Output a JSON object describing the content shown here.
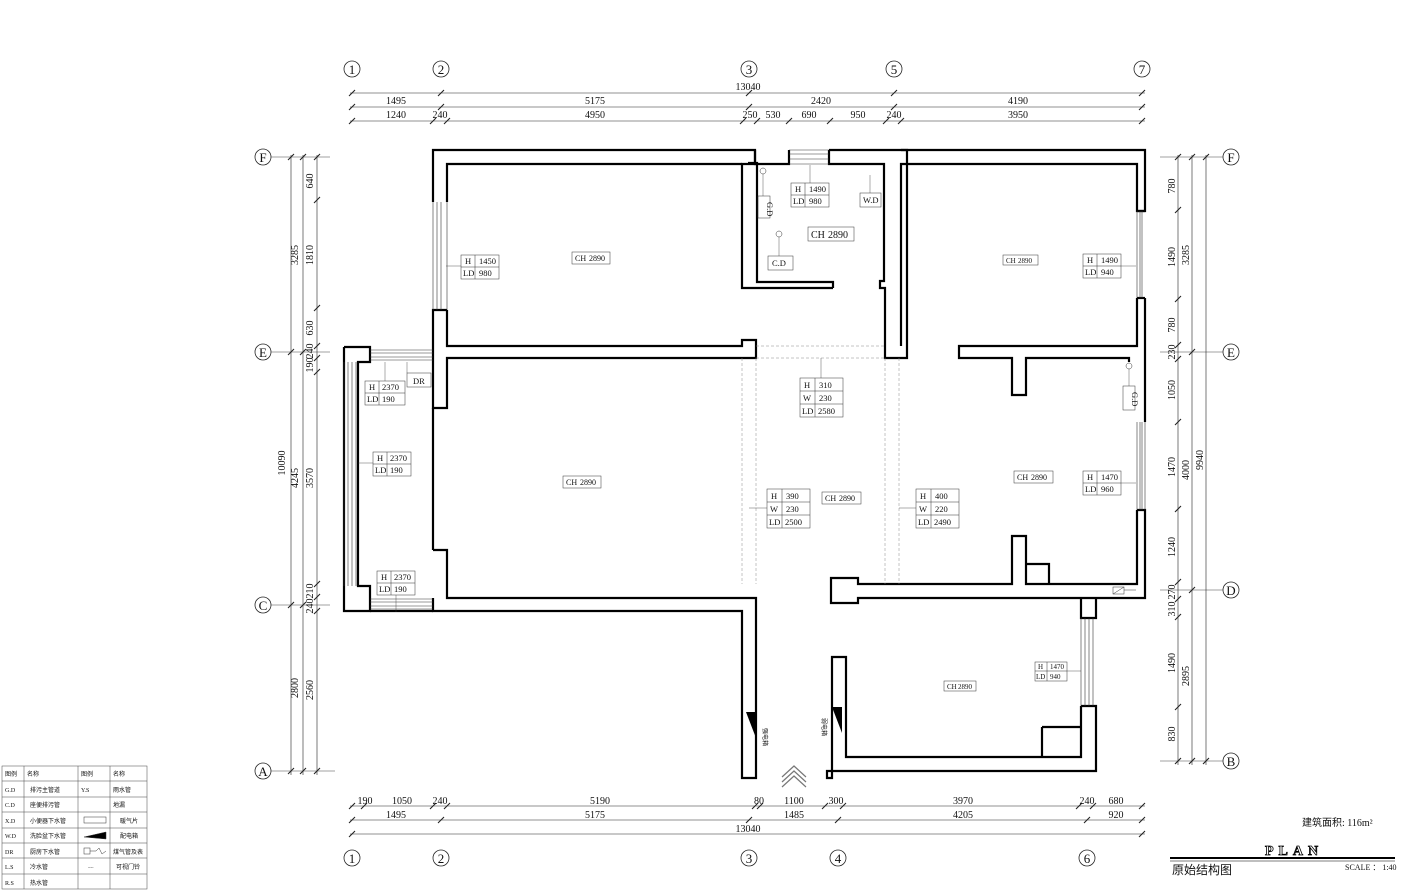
{
  "top_grid": [
    "1",
    "2",
    "3",
    "5",
    "7"
  ],
  "bottom_grid": [
    "1",
    "2",
    "3",
    "4",
    "6"
  ],
  "left_grid": [
    "F",
    "E",
    "C",
    "A"
  ],
  "right_grid": [
    "F",
    "E",
    "D",
    "B"
  ],
  "top_dims": {
    "total": "13040",
    "row1": [
      "1495",
      "5175",
      "2420",
      "4190"
    ],
    "row2": [
      "1240",
      "240",
      "4950",
      "250",
      "530",
      "690",
      "950",
      "240",
      "3950"
    ]
  },
  "bottom_dims": {
    "total": "13040",
    "row1": [
      "190",
      "1050",
      "240",
      "5190",
      "80",
      "1100",
      "300",
      "3970",
      "240",
      "680"
    ],
    "row2": [
      "1495",
      "5175",
      "1485",
      "4205",
      "920"
    ]
  },
  "left_dims": {
    "total": "10090",
    "col1": [
      "3285",
      "4245",
      "2800"
    ],
    "col2": [
      "640",
      "1810",
      "630",
      "190",
      "240",
      "3570",
      "210",
      "240",
      "2560"
    ]
  },
  "right_dims": {
    "total": "9940",
    "col1": [
      "3285",
      "4000",
      "2895"
    ],
    "col2": [
      "780",
      "1490",
      "780",
      "230",
      "1050",
      "1470",
      "1240",
      "270",
      "310",
      "1490",
      "830"
    ]
  },
  "ceiling_label": "CH",
  "ceiling_value": "2890",
  "tags": {
    "H": "H",
    "W": "W",
    "LD": "LD",
    "w1": {
      "h": "1450",
      "ld": "980"
    },
    "w2": {
      "h": "1490",
      "ld": "980"
    },
    "w3": {
      "h": "1490",
      "ld": "940"
    },
    "w4": {
      "h": "2370",
      "ld": "190"
    },
    "w5": {
      "h": "2370",
      "ld": "190"
    },
    "w6": {
      "h": "2370",
      "ld": "190"
    },
    "w7": {
      "h": "1470",
      "ld": "960"
    },
    "w8": {
      "h": "1470",
      "ld": "940"
    },
    "b1": {
      "h": "310",
      "w": "230",
      "ld": "2580"
    },
    "b2": {
      "h": "390",
      "w": "230",
      "ld": "2500"
    },
    "b3": {
      "h": "400",
      "w": "220",
      "ld": "2490"
    }
  },
  "fixtures": {
    "gd": "G.D",
    "cd": "C.D",
    "wd": "W.D",
    "dr": "DR",
    "panel": "强电箱",
    "panel2": "弱电箱"
  },
  "legend": {
    "headers": [
      "图例",
      "名称",
      "图例",
      "名称"
    ],
    "rows": [
      [
        "G.D",
        "排污主管道",
        "Y.S",
        "雨水管"
      ],
      [
        "C.D",
        "座便排污管",
        "",
        "地漏"
      ],
      [
        "X.D",
        "小便器下水管",
        "",
        "暖气片"
      ],
      [
        "W.D",
        "洗脸盆下水管",
        "",
        "配电箱"
      ],
      [
        "DR",
        "厨房下水管",
        "",
        "煤气管及表"
      ],
      [
        "L.S",
        "冷水管",
        "",
        "可视门铃"
      ],
      [
        "R.S",
        "热水管",
        "",
        ""
      ]
    ]
  },
  "area_text": "建筑面积: 116m²",
  "plan_label": "PLAN",
  "drawing_title": "原始结构图",
  "scale_text": "SCALE ： 1:40"
}
